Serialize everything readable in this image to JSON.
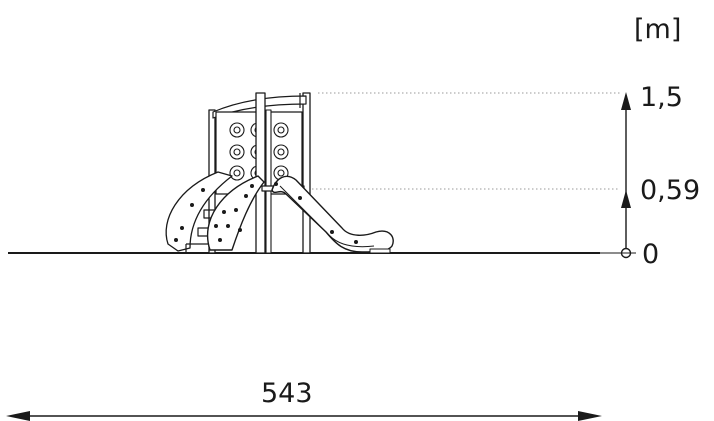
{
  "unit_label": "[m]",
  "height_marks": [
    {
      "value": 1.5,
      "label": "1,5"
    },
    {
      "value": 0.59,
      "label": "0,59"
    },
    {
      "value": 0,
      "label": "0"
    }
  ],
  "width_label": "543",
  "colors": {
    "line": "#1a1a1a",
    "dotted_guide": "#9a9a9a",
    "fill": "#ffffff"
  }
}
